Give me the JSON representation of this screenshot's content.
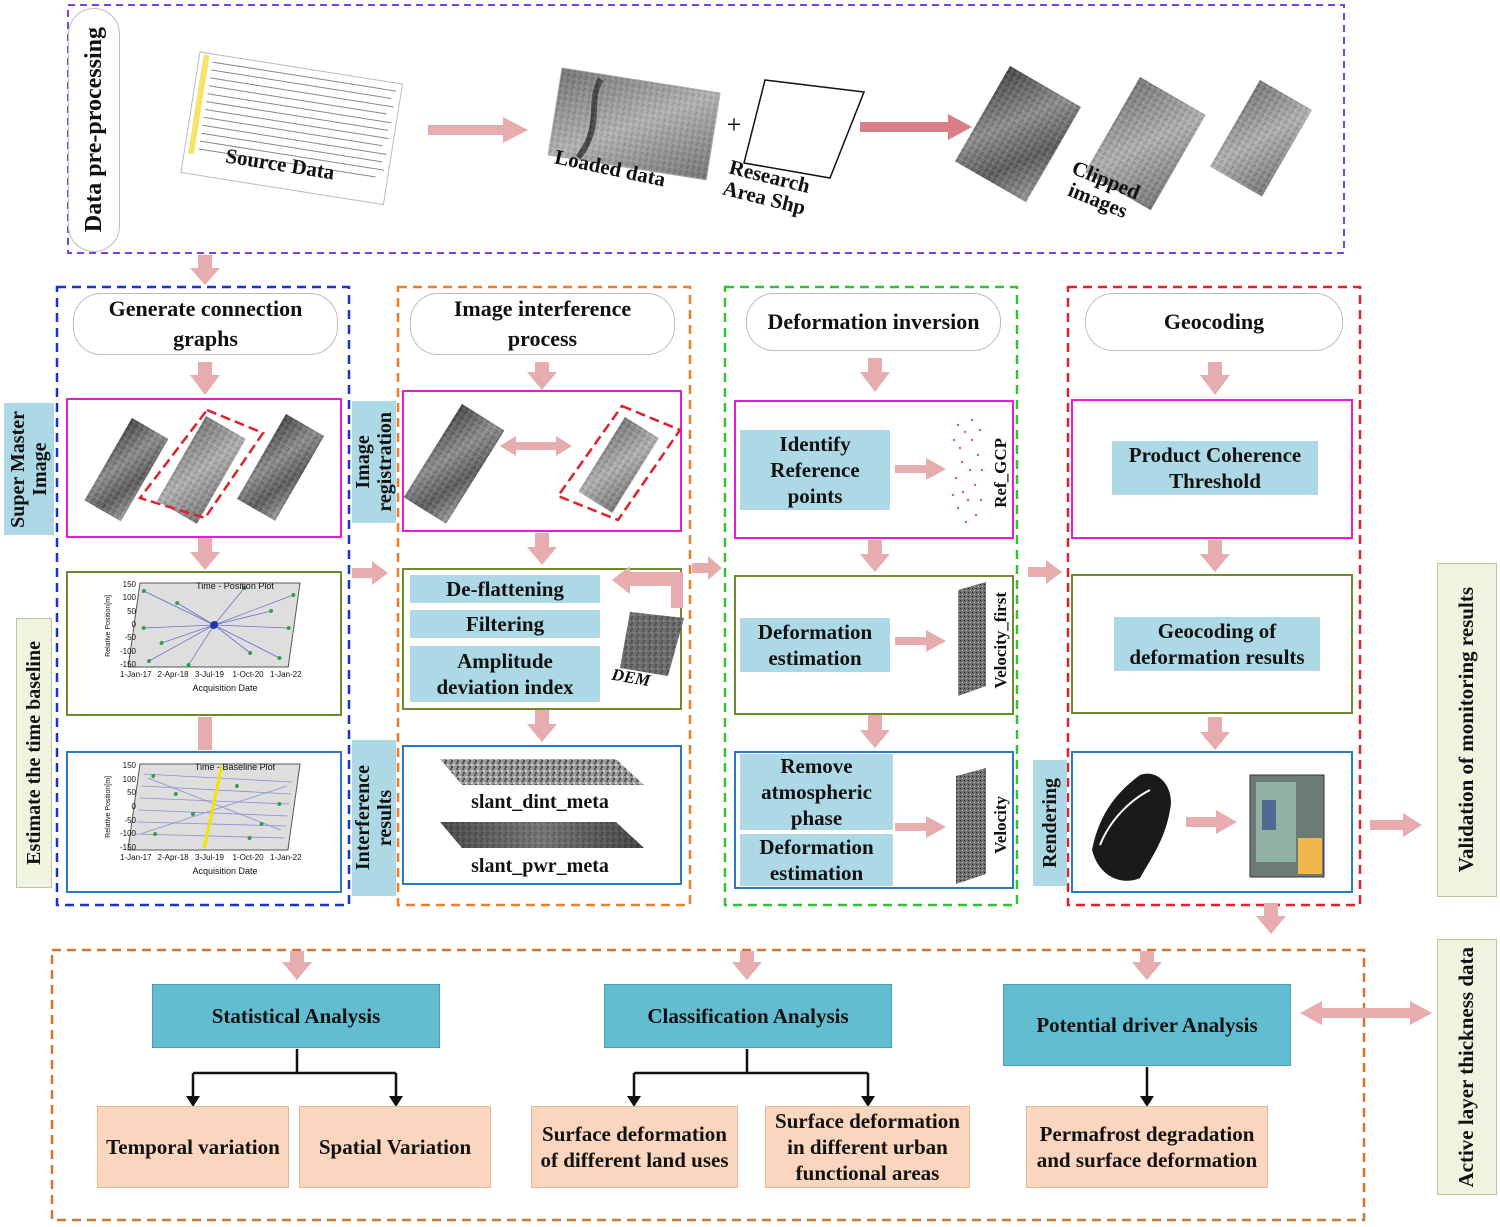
{
  "colors": {
    "arrow": "#e6acae",
    "preprocess_border": "#7b3fe4",
    "graph_border": "#1a33c8",
    "interference_border": "#ec7f2a",
    "inversion_border": "#33c233",
    "geocoding_border": "#e0202a",
    "analysis_border": "#d9722e",
    "magenta_frame": "#e51bd5",
    "olive_frame": "#6f8a2d",
    "blue_frame": "#2878c4",
    "cyan_box": "#add9e6",
    "teal_box": "#63bdd0",
    "peach_box": "#fbd6bf"
  },
  "preprocess": {
    "title": "Data pre-processing",
    "source_label": "Source Data",
    "loaded_label": "Loaded data",
    "plus": "+",
    "research_label": "Research\nArea Shp",
    "clipped_label": "Clipped\nimages"
  },
  "graphs": {
    "title": "Generate connection\ngraphs",
    "side_master": "Super Master\nImage",
    "side_baseline": "Estimate the time baseline",
    "plot1": {
      "title": "Time - Position Plot",
      "ylabel": "Relative Position[m]",
      "xlabel": "Acquisition Date",
      "yticks": [
        "150",
        "100",
        "50",
        "0",
        "-50",
        "-100",
        "-150"
      ],
      "xticks": [
        "1-Jan-17",
        "2-Apr-18",
        "3-Jul-19",
        "1-Oct-20",
        "1-Jan-22"
      ]
    },
    "plot2": {
      "title": "Time - Baseline Plot",
      "ylabel": "Relative Position[m]",
      "xlabel": "Acquisition Date",
      "yticks": [
        "150",
        "100",
        "50",
        "0",
        "-50",
        "-100",
        "-150"
      ],
      "xticks": [
        "1-Jan-17",
        "2-Apr-18",
        "3-Jul-19",
        "1-Oct-20",
        "1-Jan-22"
      ]
    }
  },
  "interference": {
    "title": "Image interference\nprocess",
    "side_registration": "Image\nregistration",
    "side_results": "Interference\nresults",
    "steps": [
      "De-flattening",
      "Filtering",
      "Amplitude\ndeviation index"
    ],
    "dem_label": "DEM",
    "dint_label": "slant_dint_meta",
    "pwr_label": "slant_pwr_meta"
  },
  "inversion": {
    "title": "Deformation inversion",
    "identify": "Identify\nReference\npoints",
    "ref_gcp": "Ref_GCP",
    "deformation_est": "Deformation\nestimation",
    "velocity_first": "Velocity_first",
    "remove_atmo": "Remove\natmospheric\nphase",
    "deformation_est2": "Deformation\nestimation",
    "velocity": "Velocity"
  },
  "geocoding": {
    "title": "Geocoding",
    "coherence": "Product Coherence\nThreshold",
    "geocoding_results": "Geocoding of\ndeformation results",
    "side_rendering": "Rendering"
  },
  "side_right": {
    "validation": "Validation of monitoring results",
    "active_layer": "Active layer thickness data"
  },
  "analysis": {
    "statistical": "Statistical Analysis",
    "classification": "Classification Analysis",
    "driver": "Potential driver Analysis",
    "temporal": "Temporal variation",
    "spatial": "Spatial Variation",
    "land_uses": "Surface deformation\nof different land uses",
    "urban": "Surface deformation\nin different urban\nfunctional areas",
    "permafrost": "Permafrost degradation\nand surface deformation"
  }
}
